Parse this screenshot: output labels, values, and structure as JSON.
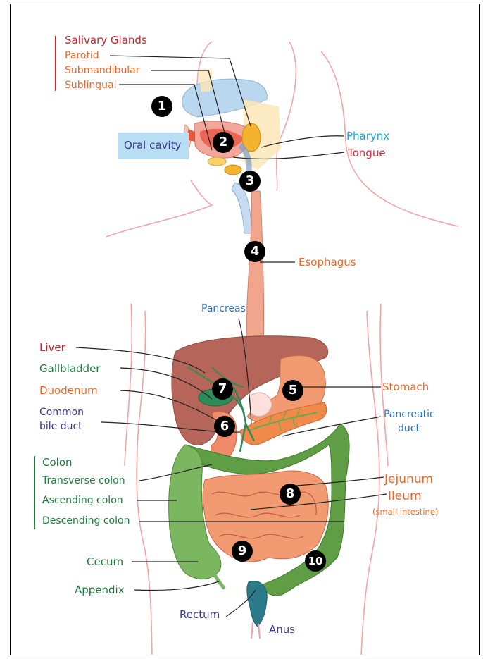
{
  "colors": {
    "red": "#c0272d",
    "orange": "#e8692a",
    "green": "#1e7a3c",
    "navy": "#3a3a8c",
    "blue": "#2c6fb5",
    "cyan": "#1aa5d9",
    "skin": "#f4a5a5",
    "organ": "#f29b73",
    "liver": "#b5655a",
    "colon": "#6aa84f"
  },
  "labels": {
    "salivary_glands": "Salivary Glands",
    "parotid": "Parotid",
    "submandibular": "Submandibular",
    "sublingual": "Sublingual",
    "oral_cavity": "Oral cavity",
    "pharynx": "Pharynx",
    "tongue": "Tongue",
    "esophagus": "Esophagus",
    "pancreas": "Pancreas",
    "liver": "Liver",
    "gallbladder": "Gallbladder",
    "duodenum": "Duodenum",
    "common": "Common",
    "bile_duct": "bile duct",
    "stomach": "Stomach",
    "pancreatic": "Pancreatic",
    "duct": "duct",
    "colon": "Colon",
    "transverse_colon": "Transverse colon",
    "ascending_colon": "Ascending colon",
    "descending_colon": "Descending colon",
    "jejunum": "Jejunum",
    "ileum": "Ileum",
    "small_intestine": "(small intestine)",
    "cecum": "Cecum",
    "appendix": "Appendix",
    "rectum": "Rectum",
    "anus": "Anus"
  },
  "badges": [
    "1",
    "2",
    "3",
    "4",
    "5",
    "6",
    "7",
    "8",
    "9",
    "10"
  ]
}
